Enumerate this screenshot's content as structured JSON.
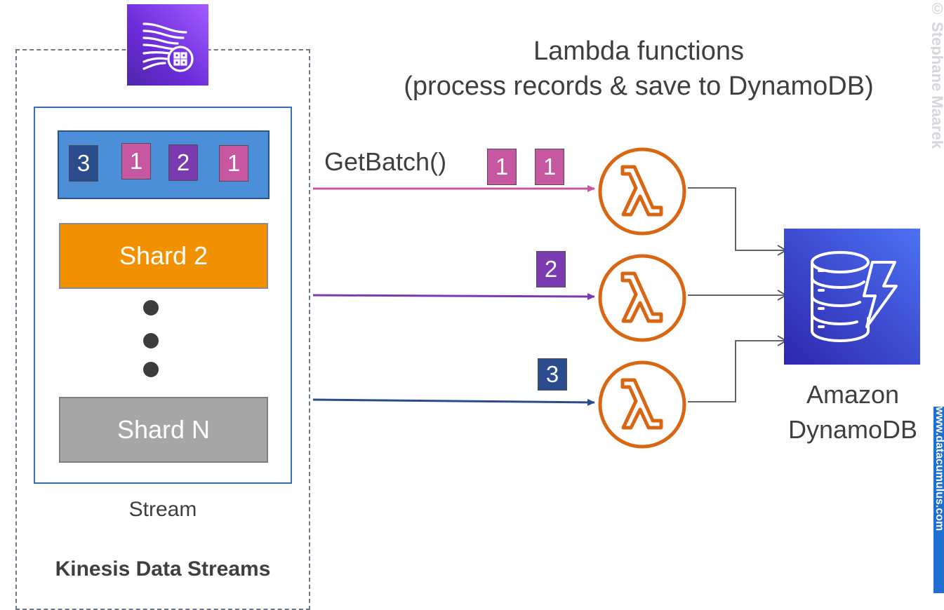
{
  "title": {
    "line1": "Lambda functions",
    "line2": "(process records & save to DynamoDB)"
  },
  "kinesis": {
    "section_label": "Kinesis Data Streams",
    "stream_label": "Stream",
    "shard1_records": [
      "3",
      "1",
      "2",
      "1"
    ],
    "shard2_label": "Shard 2",
    "shardN_label": "Shard N",
    "icon": "kinesis-data-streams-icon"
  },
  "flows": {
    "getbatch_label": "GetBatch()",
    "batch1_records": [
      "1",
      "1"
    ],
    "batch2_record": "2",
    "batch3_record": "3"
  },
  "lambda": {
    "icon": "lambda-icon",
    "glyph": "λ"
  },
  "dynamodb": {
    "label_line1": "Amazon",
    "label_line2": "DynamoDB",
    "icon": "dynamodb-icon"
  },
  "watermark": {
    "top_text": "© Stephane Maarek",
    "bottom_text": "www.datacumulus.com"
  },
  "colors": {
    "record_1": "#c657a0",
    "record_2": "#7b3ab0",
    "record_3": "#2b4c8c",
    "shard_2": "#f29100",
    "shard_n": "#a6a6a6",
    "lambda_orange": "#d86613",
    "arrow_pink": "#c657a0",
    "arrow_purple": "#7b3ab0",
    "arrow_blue": "#2b4c8c",
    "connector_gray": "#4c4f54"
  }
}
